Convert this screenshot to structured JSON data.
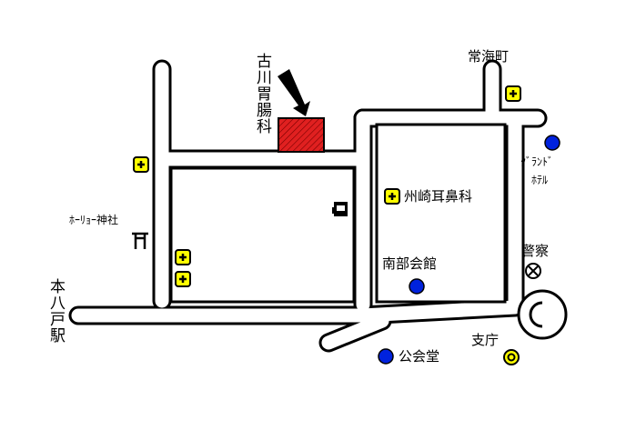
{
  "map": {
    "colors": {
      "road_fill": "#ffffff",
      "road_outline": "#000000",
      "destination": "#e02020",
      "hospital_yellow": "#ffff00",
      "landmark_blue": "#0022dd"
    },
    "destination_label": "古川胃腸科",
    "labels": {
      "tokiwacho": "常海町",
      "grand_hotel_line1": "ｸﾞﾗﾝﾄﾞ",
      "grand_hotel_line2": "ﾎﾃﾙ",
      "ear_nose_clinic": "州崎耳鼻科",
      "shrine": "ﾎｰﾘｮｰ神社",
      "police": "警察",
      "nambu_kaikan": "南部会館",
      "station": "本八戸駅",
      "public_hall": "公会堂",
      "branch_office": "支庁"
    },
    "icons": [
      "hospital-cross-icon",
      "shrine-torii-icon",
      "post-office-icon",
      "police-station-icon",
      "government-office-icon",
      "landmark-dot-icon",
      "destination-arrow-icon"
    ]
  }
}
